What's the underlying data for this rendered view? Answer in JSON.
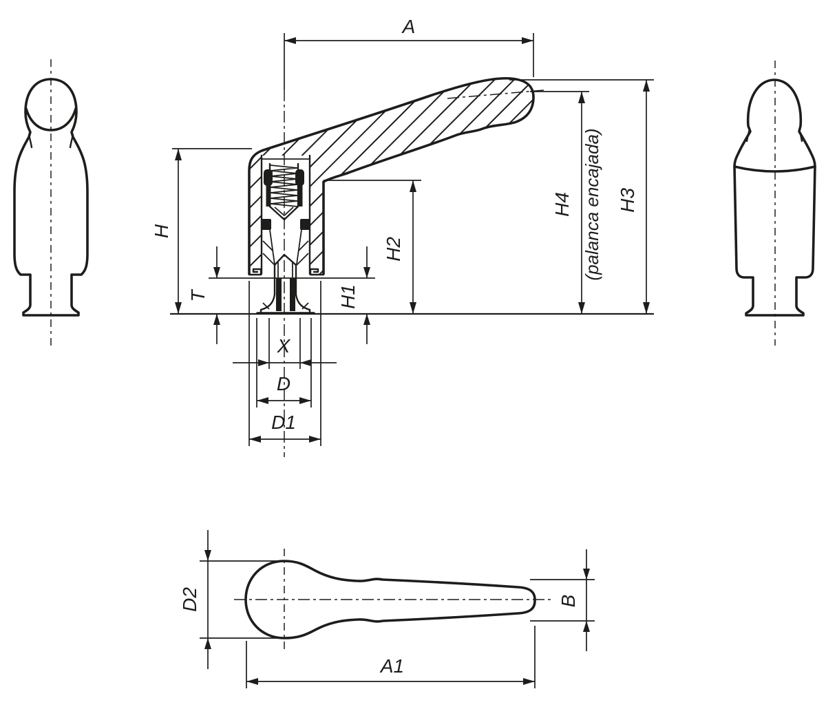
{
  "drawing": {
    "background_color": "#ffffff",
    "line_color": "#1d1d1b",
    "dims": {
      "A": "A",
      "H": "H",
      "T": "T",
      "H1": "H1",
      "H2": "H2",
      "H3": "H3",
      "H4": "H4",
      "H4_note": "(palanca encajada)",
      "X": "X",
      "D": "D",
      "D1": "D1",
      "D2": "D2",
      "B": "B",
      "A1": "A1"
    }
  }
}
